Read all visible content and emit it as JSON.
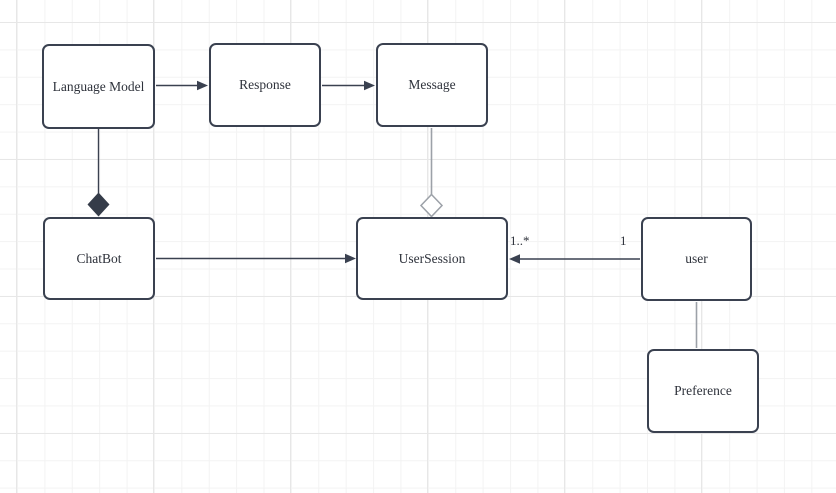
{
  "diagram": {
    "title": "chatbot-class-diagram",
    "colors": {
      "node_fill": "#ffffff",
      "node_border": "#3a4150",
      "edge_dark": "#3a4150",
      "edge_gray": "#9ca1a8",
      "diamond_fill": "#353c49",
      "text": "#2e323b",
      "grid_minor": "#f3f3f3",
      "grid_major": "#e7e7e7",
      "background": "#ffffff"
    },
    "nodes": [
      {
        "id": "language-model",
        "label": "Language Model"
      },
      {
        "id": "response",
        "label": "Response"
      },
      {
        "id": "message",
        "label": "Message"
      },
      {
        "id": "chatbot",
        "label": "ChatBot"
      },
      {
        "id": "user-session",
        "label": "UserSession"
      },
      {
        "id": "user",
        "label": "user"
      },
      {
        "id": "preference",
        "label": "Preference"
      }
    ],
    "edges": [
      {
        "from": "language-model",
        "to": "response",
        "type": "directed-arrow"
      },
      {
        "from": "response",
        "to": "message",
        "type": "directed-arrow"
      },
      {
        "from": "language-model",
        "to": "chatbot",
        "type": "composition-filled-diamond"
      },
      {
        "from": "message",
        "to": "user-session",
        "type": "aggregation-hollow-diamond"
      },
      {
        "from": "chatbot",
        "to": "user-session",
        "type": "directed-arrow"
      },
      {
        "from": "user",
        "to": "user-session",
        "type": "directed-arrow",
        "label_target": "1..*",
        "label_source": "1"
      },
      {
        "from": "user",
        "to": "preference",
        "type": "plain-line"
      }
    ]
  }
}
